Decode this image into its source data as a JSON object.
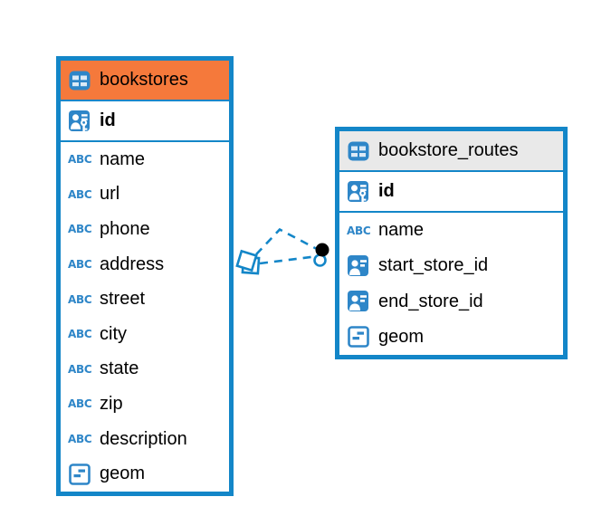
{
  "diagram": {
    "colors": {
      "background": "#FFFFFF",
      "table_border": "#1386C8",
      "icon_blue": "#2E86C8",
      "bookstores_header": "#F5793B",
      "routes_header": "#E9E9E9",
      "relation_line": "#1386C8",
      "marker_dot": "#000000",
      "row_text": "#000000"
    },
    "icons": {
      "text_type_glyph": "ABC"
    },
    "tables": [
      {
        "name": "bookstores",
        "primary_key": {
          "name": "id"
        },
        "columns": [
          {
            "name": "name",
            "type": "text"
          },
          {
            "name": "url",
            "type": "text"
          },
          {
            "name": "phone",
            "type": "text"
          },
          {
            "name": "address",
            "type": "text"
          },
          {
            "name": "street",
            "type": "text"
          },
          {
            "name": "city",
            "type": "text"
          },
          {
            "name": "state",
            "type": "text"
          },
          {
            "name": "zip",
            "type": "text"
          },
          {
            "name": "description",
            "type": "text"
          },
          {
            "name": "geom",
            "type": "geometry"
          }
        ]
      },
      {
        "name": "bookstore_routes",
        "primary_key": {
          "name": "id"
        },
        "columns": [
          {
            "name": "name",
            "type": "text"
          },
          {
            "name": "start_store_id",
            "type": "reference"
          },
          {
            "name": "end_store_id",
            "type": "reference"
          },
          {
            "name": "geom",
            "type": "geometry"
          }
        ]
      }
    ],
    "relationships": [
      {
        "from": "bookstores",
        "to": "bookstore_routes",
        "line_style": "dashed"
      },
      {
        "from": "bookstores",
        "to": "bookstore_routes",
        "line_style": "dashed"
      }
    ]
  }
}
